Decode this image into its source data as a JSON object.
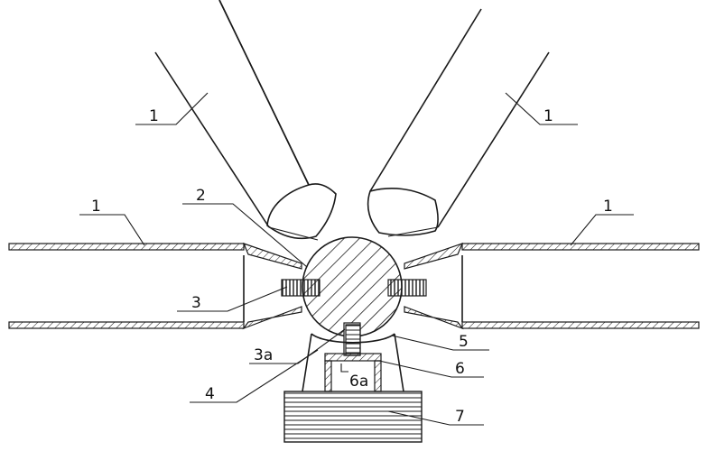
{
  "labels": {
    "tube_upper_left": "1",
    "tube_upper_right": "1",
    "tube_left": "1",
    "tube_right": "1",
    "ball": "2",
    "bolt": "3",
    "bolt_bottom": "3a",
    "support": "4",
    "nut": "5",
    "seat": "6",
    "seat_hole": "6a",
    "base": "7"
  }
}
